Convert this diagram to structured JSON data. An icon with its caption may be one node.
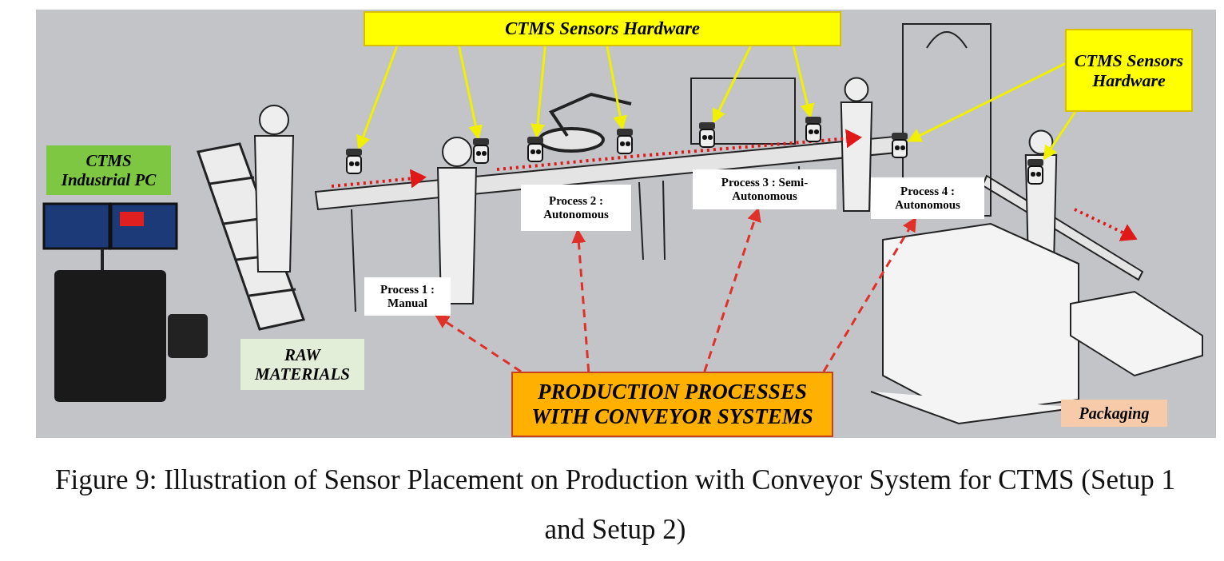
{
  "diagram": {
    "caption": "Figure 9: Illustration of Sensor Placement on Production with Conveyor System for CTMS (Setup 1 and Setup 2)",
    "nodes": [
      {
        "text": [
          "CTMS Sensors Hardware"
        ]
      },
      {
        "text": [],
        "shape": "picture"
      },
      {
        "text": [],
        "shape": "picture"
      },
      {
        "text": [],
        "shape": "picture"
      },
      {
        "text": [],
        "shape": "picture"
      },
      {
        "text": [],
        "shape": "picture"
      },
      {
        "text": [],
        "shape": "picture"
      },
      {
        "text": [
          "CTMS Sensors Hardware"
        ]
      },
      {
        "text": [],
        "shape": "picture"
      },
      {
        "text": [],
        "shape": "picture"
      },
      {
        "text": [
          "CTMS Industrial PC"
        ]
      },
      {
        "text": [
          "RAW MATERIALS"
        ]
      },
      {
        "text": [
          "Process 1 : Manual"
        ]
      },
      {
        "text": [
          "Process 2 : Autonomous"
        ]
      },
      {
        "text": [
          "Process 3 : Semi-Autonomous"
        ]
      },
      {
        "text": [
          "Process 4 : Autonomous"
        ]
      },
      {
        "text": [
          "PRODUCTION PROCESSES WITH CONVEYOR SYSTEMS"
        ]
      },
      {
        "text": [
          "Packaging"
        ]
      }
    ],
    "edges": [
      {
        "from": 0,
        "to": 1,
        "arrow": "to"
      },
      {
        "from": 0,
        "to": 2,
        "arrow": "to"
      },
      {
        "from": 0,
        "to": 3,
        "arrow": "to"
      },
      {
        "from": 0,
        "to": 4,
        "arrow": "to"
      },
      {
        "from": 0,
        "to": 5,
        "arrow": "to"
      },
      {
        "from": 0,
        "to": 6,
        "arrow": "to"
      },
      {
        "from": 7,
        "to": 8,
        "arrow": "to"
      },
      {
        "from": 7,
        "to": 9,
        "arrow": "to"
      },
      {
        "from": 16,
        "to": 12,
        "arrow": "to",
        "style": "dashed",
        "color": "#e0302a"
      },
      {
        "from": 16,
        "to": 13,
        "arrow": "to",
        "style": "dashed",
        "color": "#e0302a"
      },
      {
        "from": 16,
        "to": 14,
        "arrow": "to",
        "style": "dashed",
        "color": "#e0302a"
      },
      {
        "from": 16,
        "to": 15,
        "arrow": "to",
        "style": "dashed",
        "color": "#e0302a"
      }
    ]
  }
}
